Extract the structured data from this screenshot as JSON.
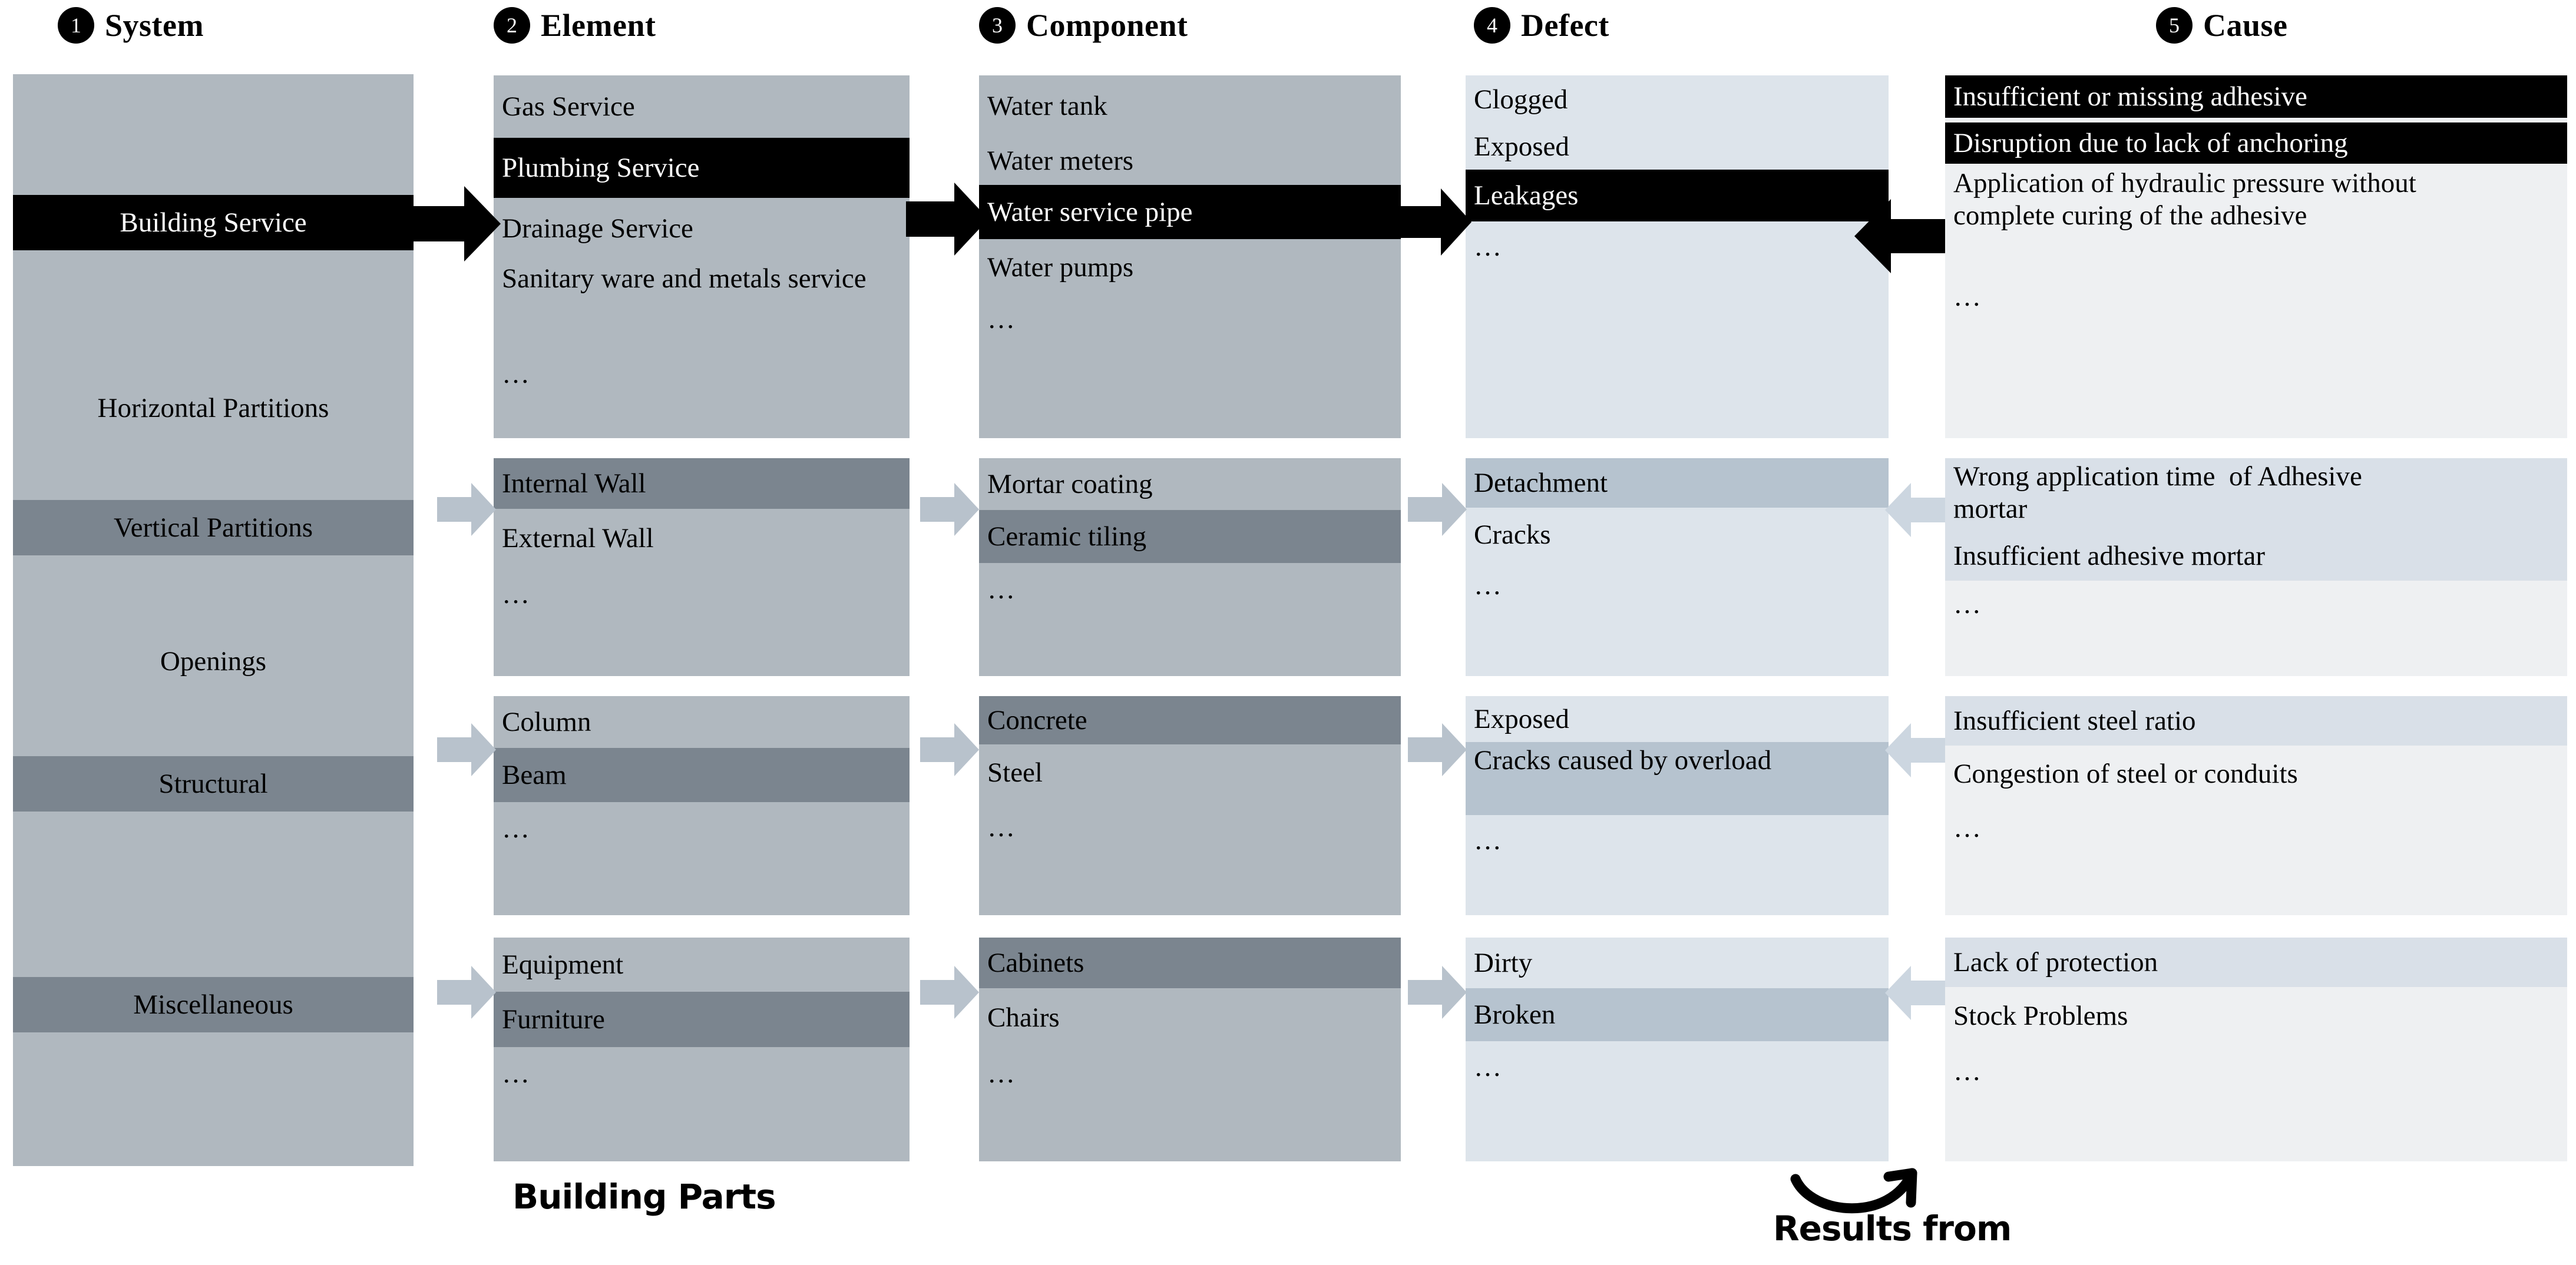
{
  "columns": [
    {
      "number": "1",
      "title": "System"
    },
    {
      "number": "2",
      "title": "Element"
    },
    {
      "number": "3",
      "title": "Component"
    },
    {
      "number": "4",
      "title": "Defect"
    },
    {
      "number": "5",
      "title": "Cause"
    }
  ],
  "system": {
    "items": [
      {
        "label": "Building Service",
        "highlight": "black"
      },
      {
        "label": "Horizontal Partitions",
        "highlight": "none"
      },
      {
        "label": "Vertical Partitions",
        "highlight": "dark"
      },
      {
        "label": "Openings",
        "highlight": "none"
      },
      {
        "label": "Structural",
        "highlight": "dark"
      },
      {
        "label": "Miscellaneous",
        "highlight": "dark"
      }
    ]
  },
  "element": {
    "groups": [
      {
        "rows": [
          {
            "label": "Gas Service",
            "highlight": "none"
          },
          {
            "label": "Plumbing Service",
            "highlight": "black"
          },
          {
            "label": "Drainage Service",
            "highlight": "none"
          },
          {
            "label": "Sanitary ware and metals service",
            "highlight": "none"
          },
          {
            "label": "…",
            "highlight": "none"
          }
        ]
      },
      {
        "rows": [
          {
            "label": "Internal Wall",
            "highlight": "dark"
          },
          {
            "label": "External Wall",
            "highlight": "none"
          },
          {
            "label": "…",
            "highlight": "none"
          }
        ]
      },
      {
        "rows": [
          {
            "label": "Column",
            "highlight": "none"
          },
          {
            "label": "Beam",
            "highlight": "dark"
          },
          {
            "label": "…",
            "highlight": "none"
          }
        ]
      },
      {
        "rows": [
          {
            "label": "Equipment",
            "highlight": "none"
          },
          {
            "label": "Furniture",
            "highlight": "dark"
          },
          {
            "label": "…",
            "highlight": "none"
          }
        ]
      }
    ]
  },
  "component": {
    "groups": [
      {
        "rows": [
          {
            "label": "Water tank",
            "highlight": "none"
          },
          {
            "label": "Water meters",
            "highlight": "none"
          },
          {
            "label": "Water service pipe",
            "highlight": "black"
          },
          {
            "label": "Water pumps",
            "highlight": "none"
          },
          {
            "label": "…",
            "highlight": "none"
          }
        ]
      },
      {
        "rows": [
          {
            "label": "Mortar coating",
            "highlight": "none"
          },
          {
            "label": "Ceramic tiling",
            "highlight": "dark"
          },
          {
            "label": "…",
            "highlight": "none"
          }
        ]
      },
      {
        "rows": [
          {
            "label": "Concrete",
            "highlight": "dark"
          },
          {
            "label": "Steel",
            "highlight": "none"
          },
          {
            "label": "…",
            "highlight": "none"
          }
        ]
      },
      {
        "rows": [
          {
            "label": "Cabinets",
            "highlight": "dark"
          },
          {
            "label": "Chairs",
            "highlight": "none"
          },
          {
            "label": "…",
            "highlight": "none"
          }
        ]
      }
    ]
  },
  "defect": {
    "groups": [
      {
        "rows": [
          {
            "label": "Clogged",
            "highlight": "none"
          },
          {
            "label": "Exposed",
            "highlight": "none"
          },
          {
            "label": "Leakages",
            "highlight": "black"
          },
          {
            "label": "…",
            "highlight": "none"
          }
        ]
      },
      {
        "rows": [
          {
            "label": "Detachment",
            "highlight": "steel"
          },
          {
            "label": "Cracks",
            "highlight": "none"
          },
          {
            "label": "…",
            "highlight": "none"
          }
        ]
      },
      {
        "rows": [
          {
            "label": "Exposed",
            "highlight": "none"
          },
          {
            "label": "Cracks caused by overload",
            "highlight": "steel"
          },
          {
            "label": "…",
            "highlight": "none"
          }
        ]
      },
      {
        "rows": [
          {
            "label": "Dirty",
            "highlight": "none"
          },
          {
            "label": "Broken",
            "highlight": "steel"
          },
          {
            "label": "…",
            "highlight": "none"
          }
        ]
      }
    ]
  },
  "cause": {
    "groups": [
      {
        "rows": [
          {
            "label": "Insufficient or missing adhesive",
            "highlight": "black"
          },
          {
            "label": "Disruption due to lack of anchoring",
            "highlight": "black"
          },
          {
            "label": "Application of hydraulic pressure without complete curing of the adhesive",
            "highlight": "none"
          },
          {
            "label": "…",
            "highlight": "none"
          }
        ]
      },
      {
        "rows": [
          {
            "label": "Wrong application time  of Adhesive mortar",
            "highlight": "pale"
          },
          {
            "label": "Insufficient adhesive mortar",
            "highlight": "pale"
          },
          {
            "label": "…",
            "highlight": "none"
          }
        ]
      },
      {
        "rows": [
          {
            "label": "Insufficient steel ratio",
            "highlight": "pale"
          },
          {
            "label": "Congestion of steel or conduits",
            "highlight": "none"
          },
          {
            "label": "…",
            "highlight": "none"
          }
        ]
      },
      {
        "rows": [
          {
            "label": "Lack of protection",
            "highlight": "pale"
          },
          {
            "label": "Stock Problems",
            "highlight": "none"
          },
          {
            "label": "…",
            "highlight": "none"
          }
        ]
      }
    ]
  },
  "captions": {
    "building_parts": "Building Parts",
    "results_from": "Results from"
  },
  "colors": {
    "selected_black": "#000000",
    "selected_dark_gray": "#7b858f",
    "group_gray": "#b0b8bf",
    "defect_bg": "#dde4eb",
    "defect_highlight": "#b6c3cf",
    "cause_bg": "#eef0f2",
    "cause_highlight": "#d9e0e8",
    "arrow_black": "#000000",
    "arrow_gray": "#b8c2cc",
    "arrow_pale": "#ccd6e0"
  }
}
